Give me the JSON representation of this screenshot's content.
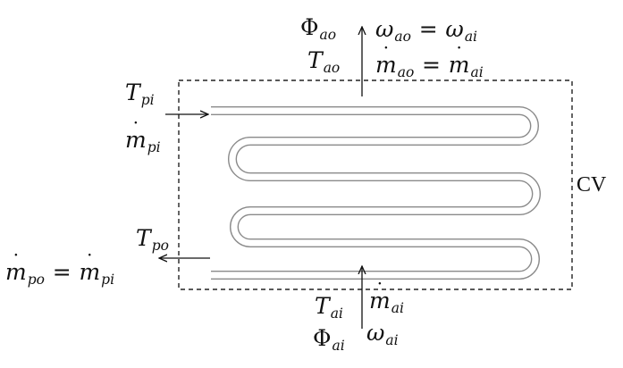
{
  "colors": {
    "ink": "#111111",
    "coil": "#8a8a8a",
    "boundary": "#222222",
    "background": "#ffffff"
  },
  "boundary_label": "CV",
  "air_outlet": {
    "flux": {
      "sym": "Φ",
      "sub": "ao"
    },
    "humidity": {
      "lhs": {
        "sym": "ω",
        "sub": "ao"
      },
      "eq": "=",
      "rhs": {
        "sym": "ω",
        "sub": "ai"
      }
    },
    "temperature": {
      "sym": "T",
      "sub": "ao"
    },
    "mass_flow": {
      "lhs": {
        "sym": "m",
        "sub": "ao"
      },
      "eq": "=",
      "rhs": {
        "sym": "m",
        "sub": "ai"
      }
    }
  },
  "pipe_inlet": {
    "temperature": {
      "sym": "T",
      "sub": "pi"
    },
    "mass_flow": {
      "sym": "m",
      "sub": "pi"
    }
  },
  "pipe_outlet": {
    "temperature": {
      "sym": "T",
      "sub": "po"
    },
    "mass_flow": {
      "lhs": {
        "sym": "m",
        "sub": "po"
      },
      "eq": "=",
      "rhs": {
        "sym": "m",
        "sub": "pi"
      }
    }
  },
  "air_inlet": {
    "temperature": {
      "sym": "T",
      "sub": "ai"
    },
    "mass_flow": {
      "sym": "m",
      "sub": "ai"
    },
    "flux": {
      "sym": "Φ",
      "sub": "ai"
    },
    "humidity": {
      "sym": "ω",
      "sub": "ai"
    }
  }
}
